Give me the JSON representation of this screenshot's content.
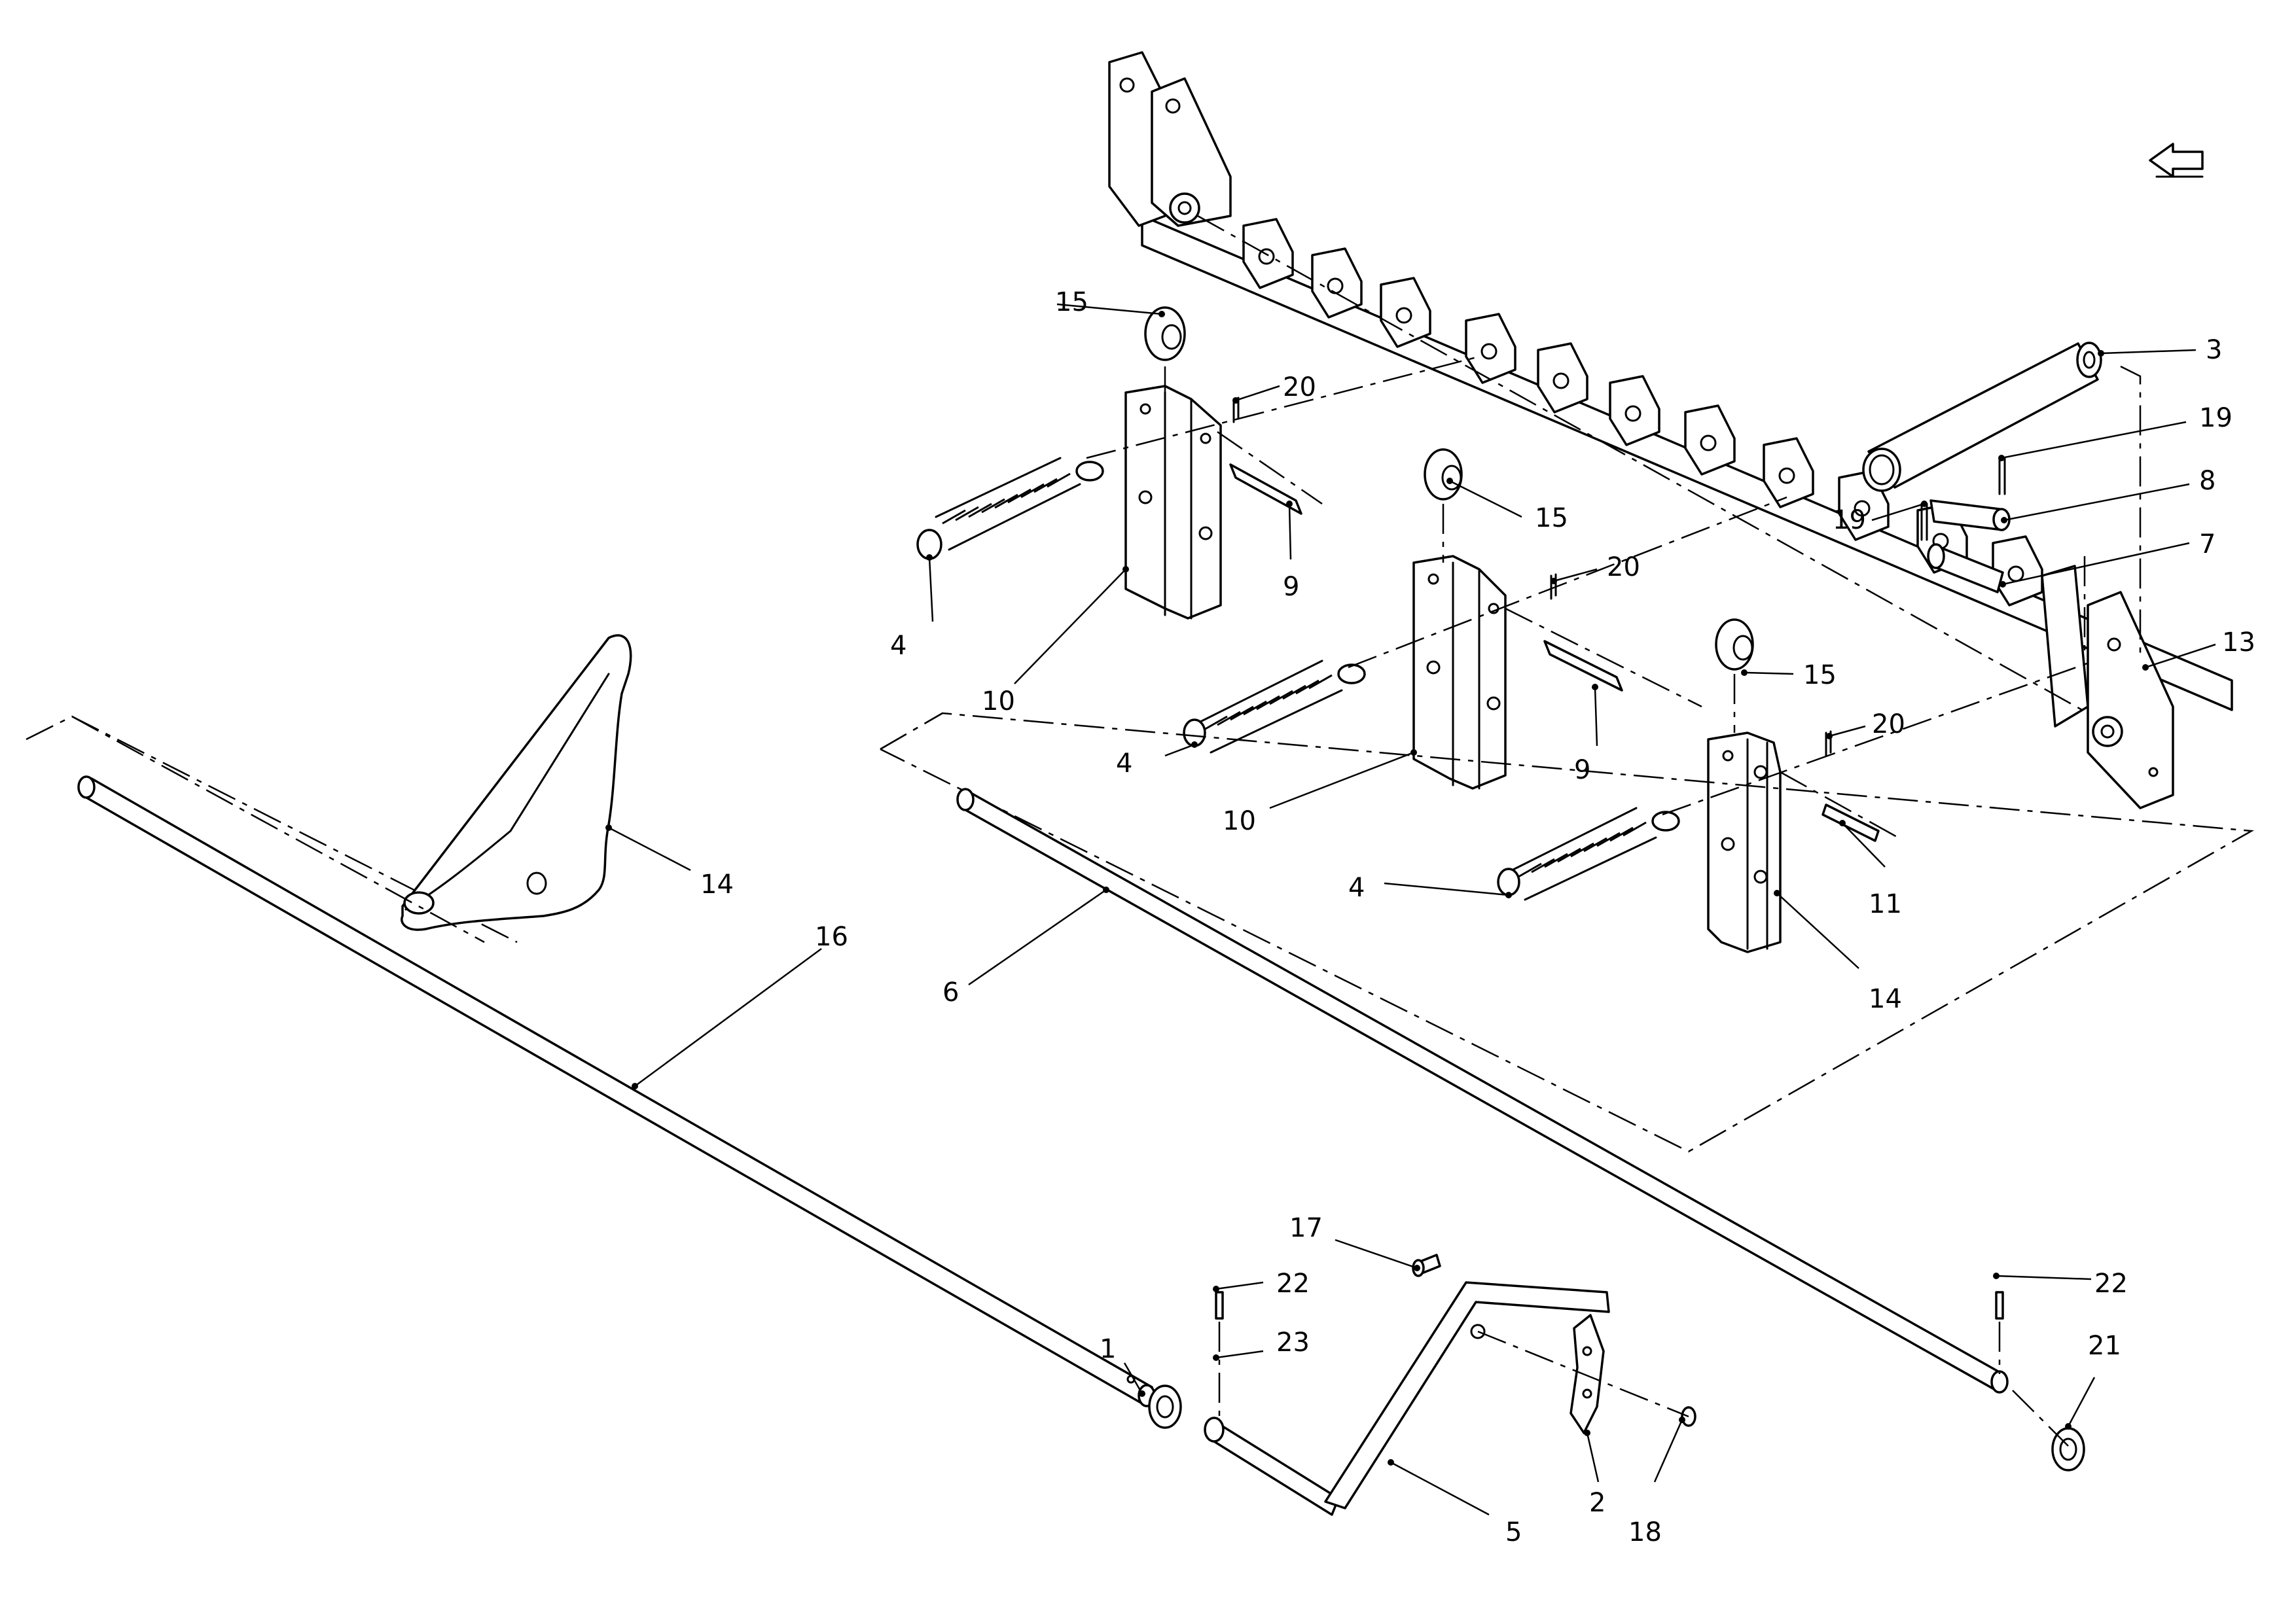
{
  "callouts": {
    "c1": "1",
    "c2": "2",
    "c3": "3",
    "c4a": "4",
    "c4b": "4",
    "c4c": "4",
    "c5": "5",
    "c6": "6",
    "c7": "7",
    "c8": "8",
    "c9a": "9",
    "c9b": "9",
    "c10a": "10",
    "c10b": "10",
    "c11": "11",
    "c13": "13",
    "c14a": "14",
    "c14b": "14",
    "c15a": "15",
    "c15b": "15",
    "c15c": "15",
    "c16": "16",
    "c17": "17",
    "c18": "18",
    "c19a": "19",
    "c19b": "19",
    "c20a": "20",
    "c20b": "20",
    "c20c": "20",
    "c21": "21",
    "c22a": "22",
    "c22b": "22",
    "c23": "23"
  },
  "icons": {
    "orientation": "front-direction-arrow-icon"
  }
}
